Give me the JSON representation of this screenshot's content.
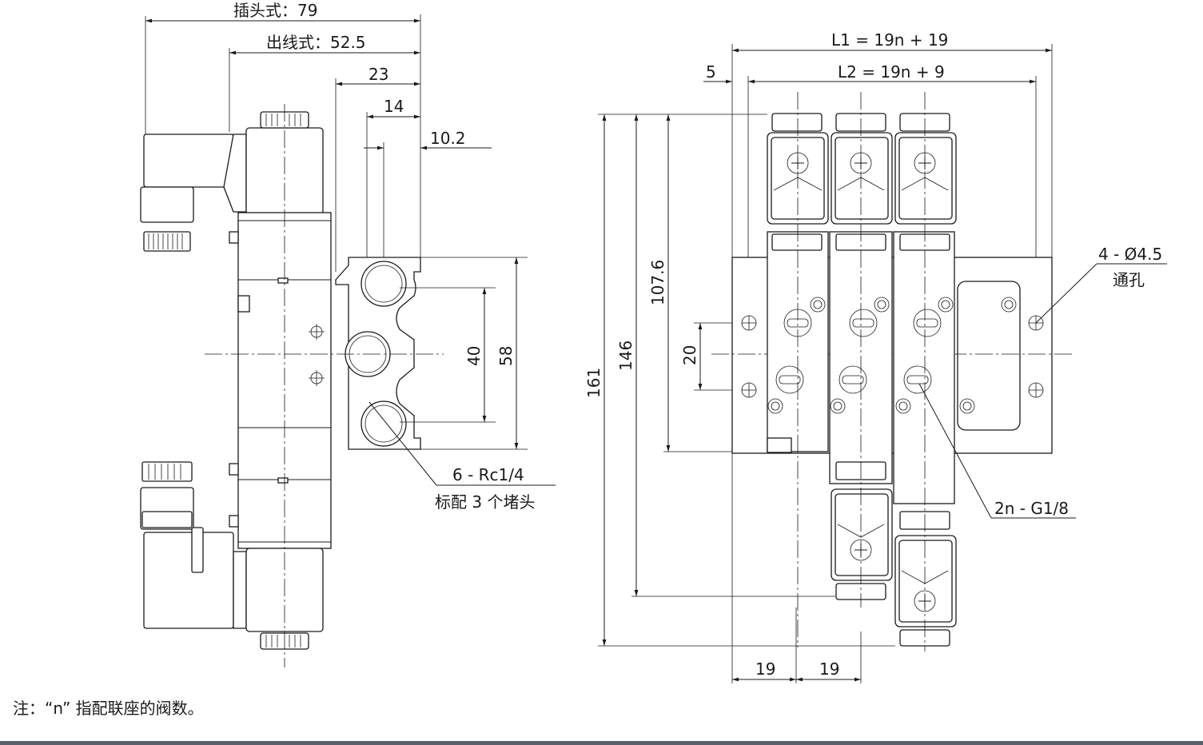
{
  "left_view": {
    "plug_type": "插头式：79",
    "wire_type": "出线式：52.5",
    "dim_23": "23",
    "dim_14": "14",
    "dim_10_2": "10.2",
    "dim_40": "40",
    "dim_58": "58",
    "port_label": "6 - Rc1/4",
    "port_note": "标配 3 个堵头"
  },
  "right_view": {
    "l1": "L1 = 19n + 19",
    "l2": "L2 = 19n + 9",
    "dim_5": "5",
    "dim_161": "161",
    "dim_146": "146",
    "dim_107_6": "107.6",
    "dim_20": "20",
    "dim_19_a": "19",
    "dim_19_b": "19",
    "hole_label": "4 - Ø4.5",
    "hole_note": "通孔",
    "gauge_port": "2n - G1/8"
  },
  "note": "注：“n” 指配联座的阀数。"
}
